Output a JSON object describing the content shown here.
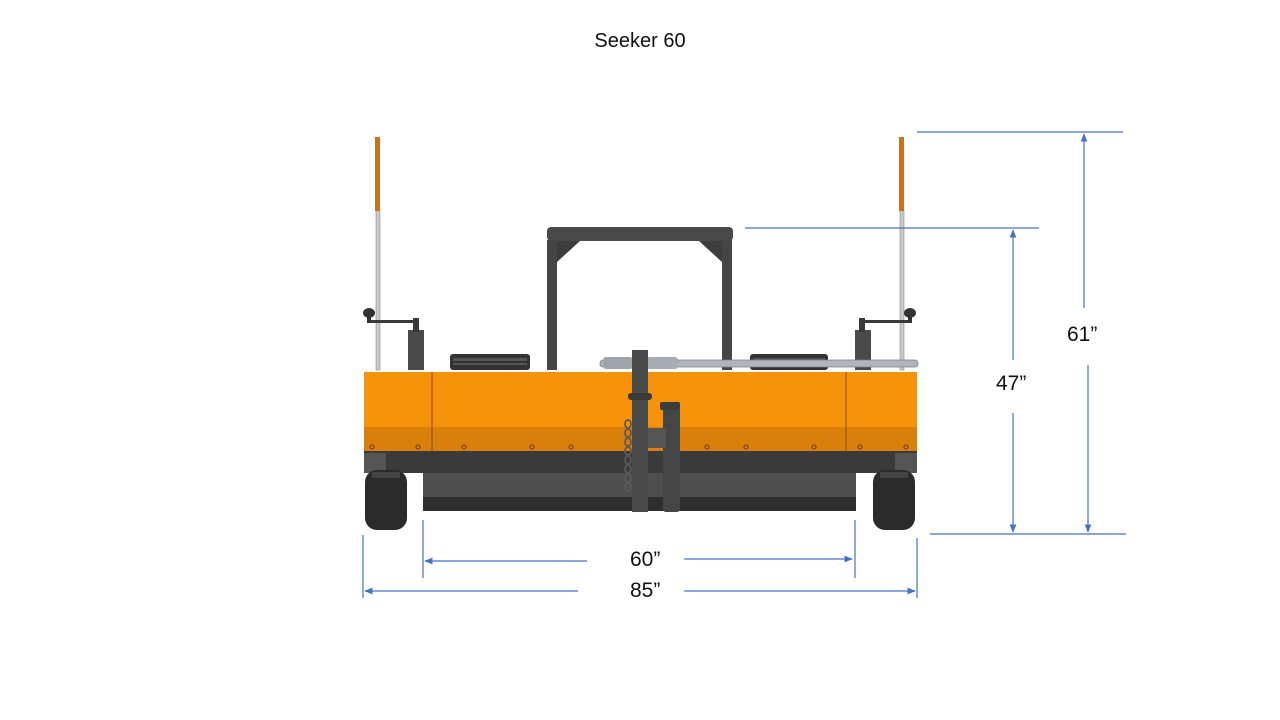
{
  "title": "Seeker 60",
  "colors": {
    "body_orange": "#F7920B",
    "body_orange_dark": "#D97F0A",
    "frame_dark": "#3A3A3A",
    "frame_mid": "#555555",
    "dimension_line": "#4472C4",
    "marker_pole_orange": "#C8731A",
    "marker_pole_gray": "#C8C8C8"
  },
  "dimensions": {
    "overall_height": {
      "label": "61”",
      "orientation": "vertical"
    },
    "rops_height": {
      "label": "47”",
      "orientation": "vertical"
    },
    "cutting_width": {
      "label": "60”",
      "orientation": "horizontal"
    },
    "overall_width": {
      "label": "85”",
      "orientation": "horizontal"
    }
  },
  "components": [
    {
      "name": "left-marker-pole"
    },
    {
      "name": "right-marker-pole"
    },
    {
      "name": "rollover-frame"
    },
    {
      "name": "left-height-crank"
    },
    {
      "name": "right-height-crank"
    },
    {
      "name": "left-spindle-cover"
    },
    {
      "name": "right-spindle-cover"
    },
    {
      "name": "tow-hitch-jack"
    },
    {
      "name": "safety-chain"
    },
    {
      "name": "hitch-tongue-bar"
    },
    {
      "name": "mower-deck-housing"
    },
    {
      "name": "left-wheel"
    },
    {
      "name": "right-wheel"
    }
  ]
}
